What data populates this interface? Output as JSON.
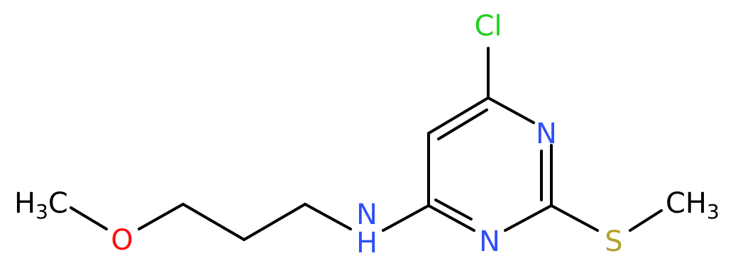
{
  "molecule": {
    "atoms": {
      "cl": {
        "label": "Cl",
        "color": "#1fd01f"
      },
      "n_ring_top": {
        "label": "N",
        "color": "#3050f8"
      },
      "n_ring_bottom": {
        "label": "N",
        "color": "#3050f8"
      },
      "nh": {
        "label": "N",
        "sub": "H",
        "color": "#3050f8"
      },
      "s": {
        "label": "S",
        "color": "#b2a02a"
      },
      "o": {
        "label": "O",
        "color": "#ff0d0d"
      },
      "ch3_right": {
        "label": "CH",
        "sub": "3",
        "color": "#000000"
      },
      "ch3_left": {
        "label": "H",
        "sub": "3",
        "suffix": "C",
        "color": "#000000"
      }
    },
    "bond_color": "#000000"
  }
}
